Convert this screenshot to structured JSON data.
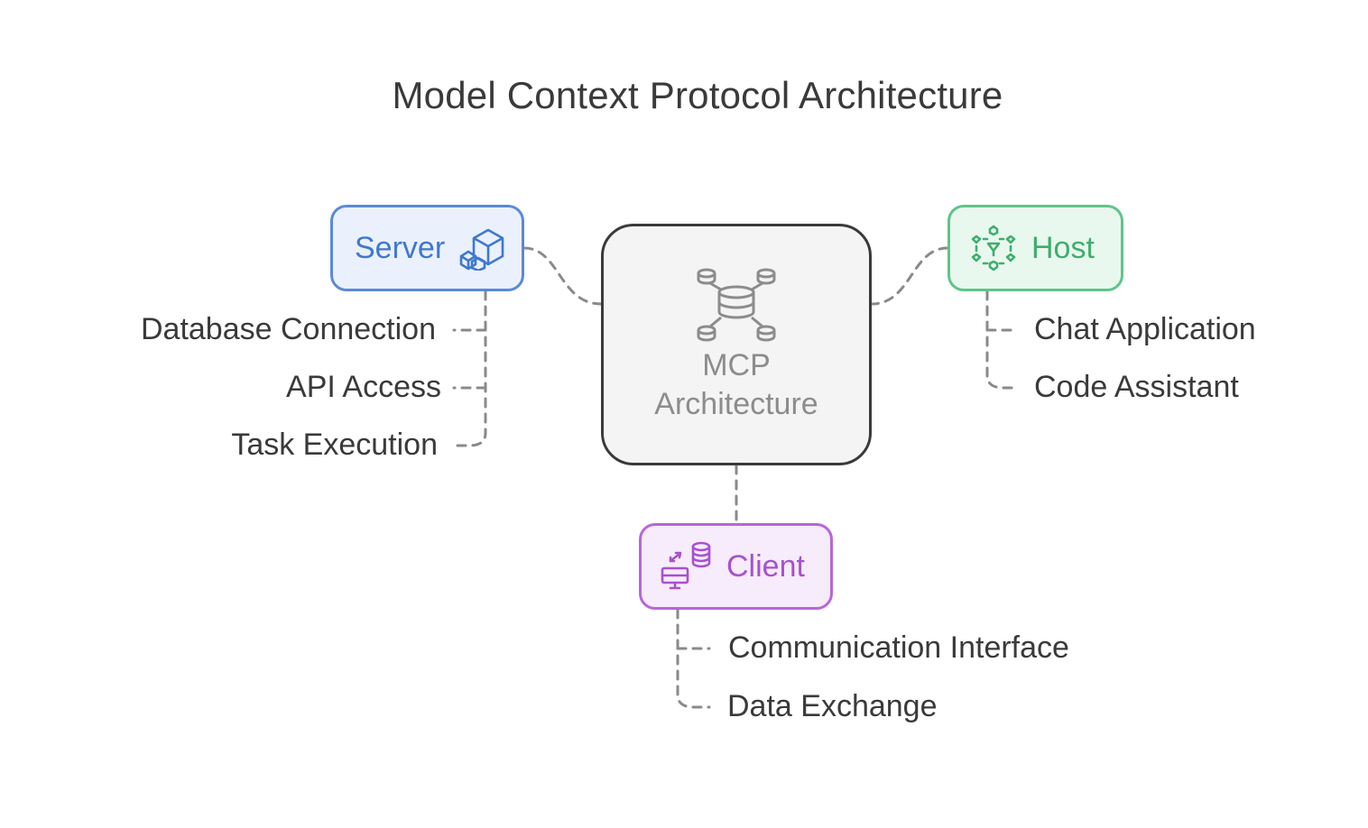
{
  "title": "Model Context Protocol Architecture",
  "center": {
    "line1": "MCP",
    "line2": "Architecture",
    "icon": "database-network-icon"
  },
  "server": {
    "label": "Server",
    "icon": "cubes-icon",
    "color": "#3f78cf",
    "items": [
      "Database Connection",
      "API Access",
      "Task Execution"
    ]
  },
  "host": {
    "label": "Host",
    "icon": "network-nodes-icon",
    "color": "#3fae6c",
    "items": [
      "Chat Application",
      "Code Assistant"
    ]
  },
  "client": {
    "label": "Client",
    "icon": "computer-data-icon",
    "color": "#a851cf",
    "items": [
      "Communication Interface",
      "Data Exchange"
    ]
  }
}
